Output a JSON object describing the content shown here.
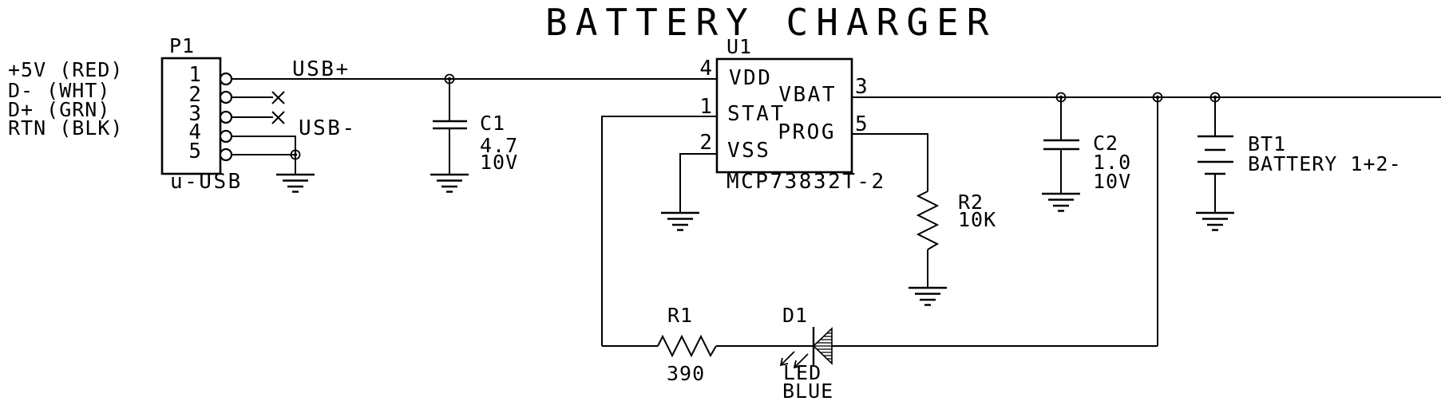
{
  "title": "BATTERY CHARGER",
  "colors": {
    "ink": "#000000",
    "background": "#ffffff"
  },
  "connector": {
    "ref": "P1",
    "footprint": "u-USB",
    "signal_labels": [
      "+5V (RED)",
      "D- (WHT)",
      "D+ (GRN)",
      "RTN (BLK)"
    ],
    "pins": [
      "1",
      "2",
      "3",
      "4",
      "5"
    ]
  },
  "nets": {
    "usb_plus": "USB+",
    "usb_minus": "USB-"
  },
  "ic": {
    "ref": "U1",
    "part": "MCP73832T-2",
    "pin_numbers": {
      "vdd": "4",
      "stat": "1",
      "vss": "2",
      "vbat": "3",
      "prog": "5"
    },
    "pin_names": {
      "vdd": "VDD",
      "stat": "STAT",
      "vss": "VSS",
      "vbat": "VBAT",
      "prog": "PROG"
    }
  },
  "capacitors": [
    {
      "ref": "C1",
      "value": "4.7",
      "voltage": "10V"
    },
    {
      "ref": "C2",
      "value": "1.0",
      "voltage": "10V"
    }
  ],
  "resistors": [
    {
      "ref": "R1",
      "value": "390"
    },
    {
      "ref": "R2",
      "value": "10K"
    }
  ],
  "led": {
    "ref": "D1",
    "type": "LED",
    "color": "BLUE"
  },
  "battery": {
    "ref": "BT1",
    "value": "BATTERY 1+2-"
  }
}
